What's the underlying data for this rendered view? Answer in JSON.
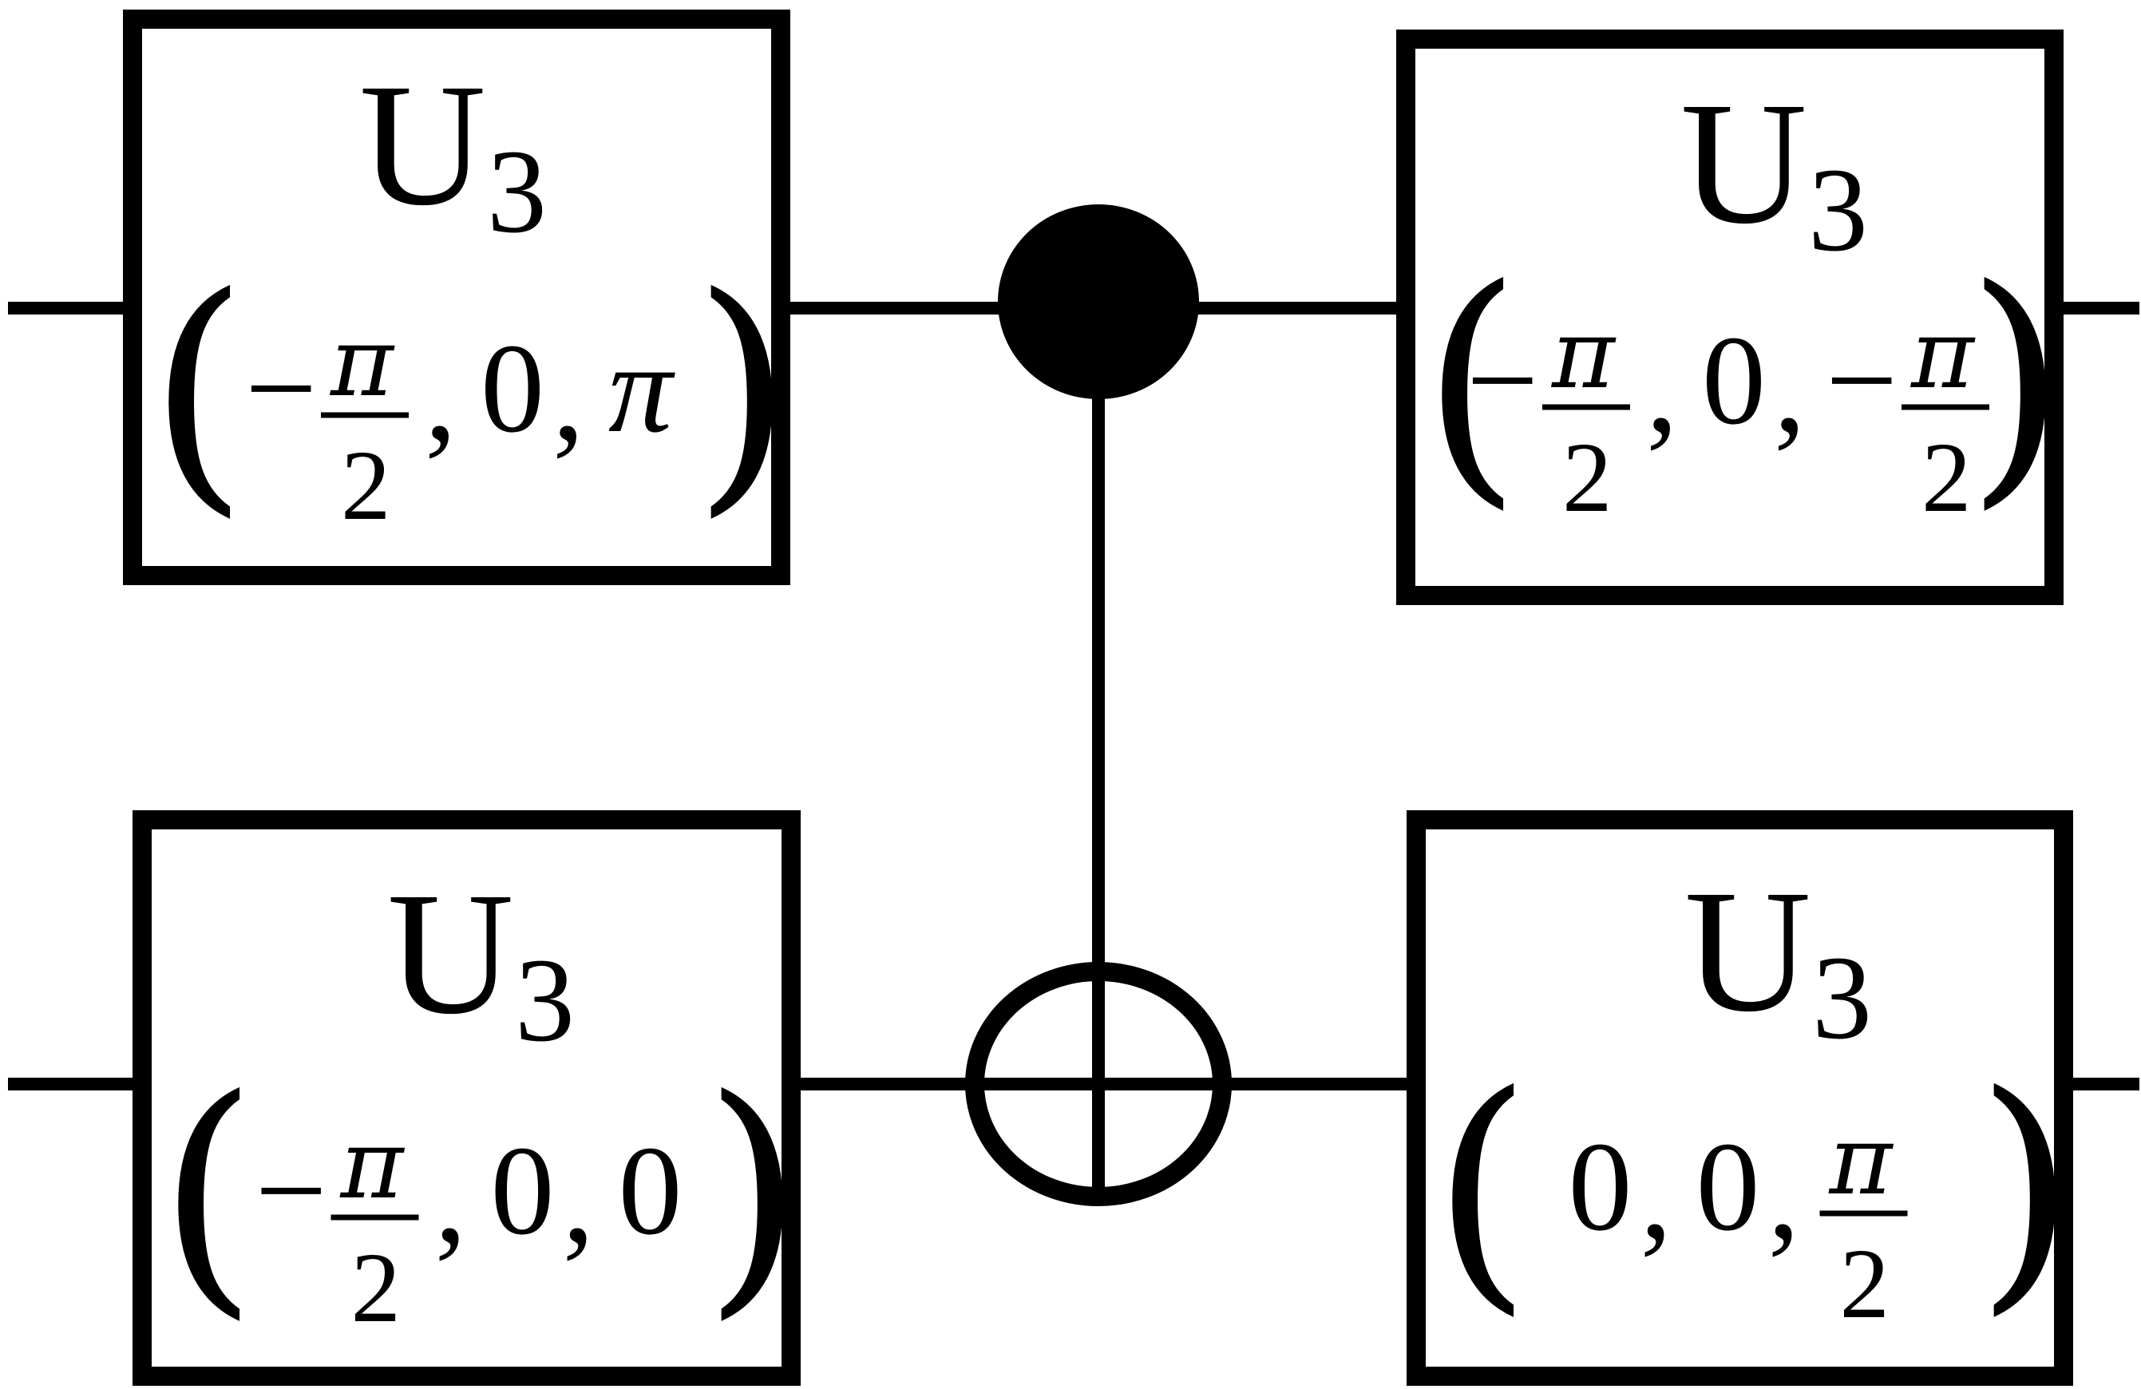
{
  "circuit": {
    "gates": [
      {
        "name": "U",
        "subscript": "3",
        "params": [
          {
            "kind": "frac",
            "sign": "−",
            "num": "π",
            "den": "2"
          },
          {
            "kind": "text",
            "text": "0"
          },
          {
            "kind": "text",
            "text": "π",
            "italic": true
          }
        ]
      },
      {
        "name": "U",
        "subscript": "3",
        "params": [
          {
            "kind": "frac",
            "sign": "−",
            "num": "π",
            "den": "2"
          },
          {
            "kind": "text",
            "text": "0"
          },
          {
            "kind": "frac",
            "sign": "−",
            "num": "π",
            "den": "2"
          }
        ]
      },
      {
        "name": "U",
        "subscript": "3",
        "params": [
          {
            "kind": "frac",
            "sign": "−",
            "num": "π",
            "den": "2"
          },
          {
            "kind": "text",
            "text": "0"
          },
          {
            "kind": "text",
            "text": "0"
          }
        ]
      },
      {
        "name": "U",
        "subscript": "3",
        "params": [
          {
            "kind": "text",
            "text": "0"
          },
          {
            "kind": "text",
            "text": "0"
          },
          {
            "kind": "frac",
            "sign": "",
            "num": "π",
            "den": "2"
          }
        ]
      }
    ],
    "controlled_gate": {
      "control": "filled-dot",
      "target": "oplus"
    }
  }
}
